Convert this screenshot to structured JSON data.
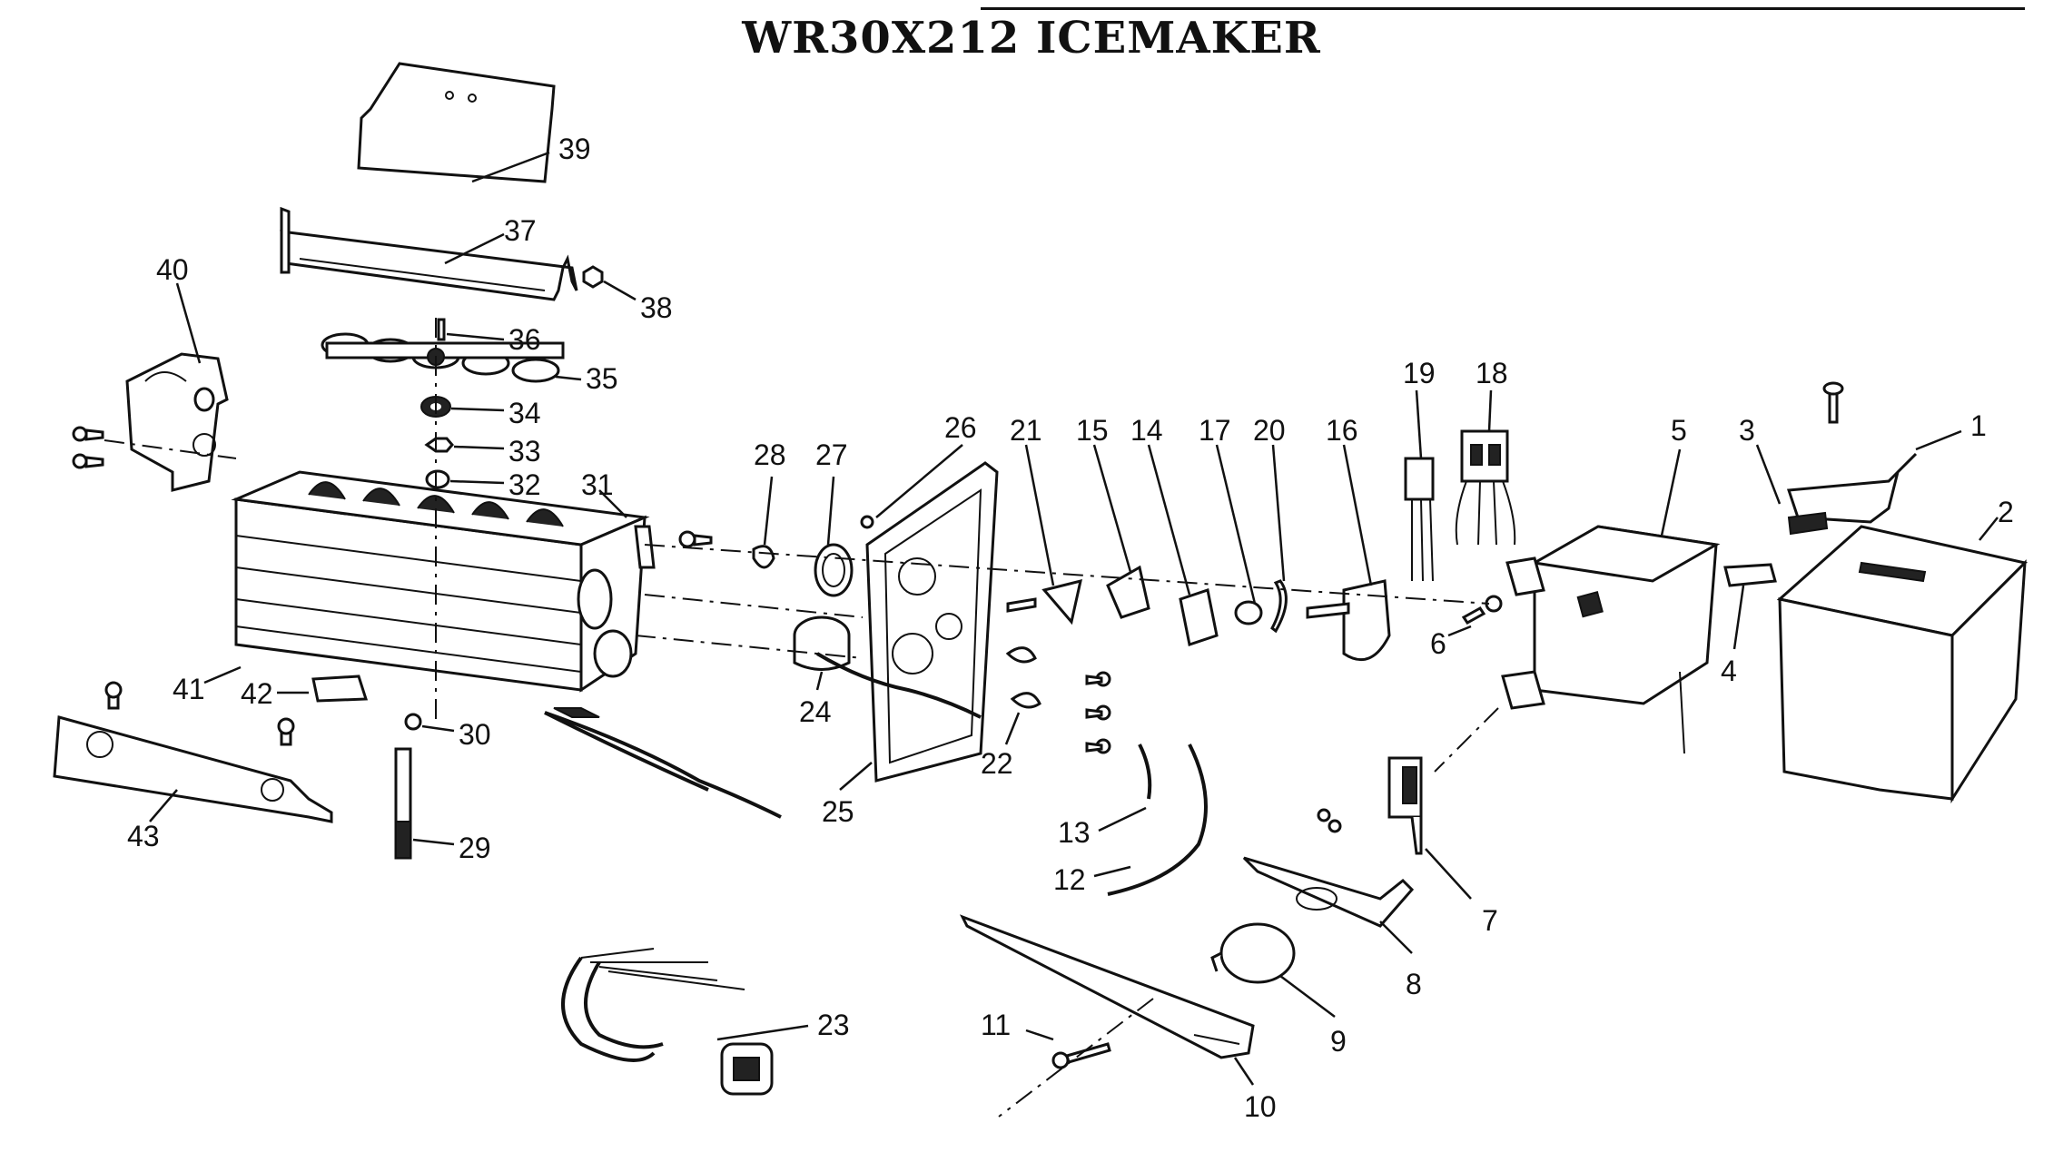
{
  "title": "WR30X212 ICEMAKER",
  "callouts": [
    "1",
    "2",
    "3",
    "4",
    "5",
    "6",
    "7",
    "8",
    "9",
    "10",
    "11",
    "12",
    "13",
    "14",
    "15",
    "16",
    "17",
    "18",
    "19",
    "20",
    "21",
    "22",
    "23",
    "24",
    "25",
    "26",
    "27",
    "28",
    "29",
    "30",
    "31",
    "32",
    "33",
    "34",
    "35",
    "36",
    "37",
    "38",
    "39",
    "40",
    "41",
    "42",
    "43"
  ],
  "icons": {
    "screw": "screw-icon",
    "wiring": "wire-harness-icon"
  }
}
